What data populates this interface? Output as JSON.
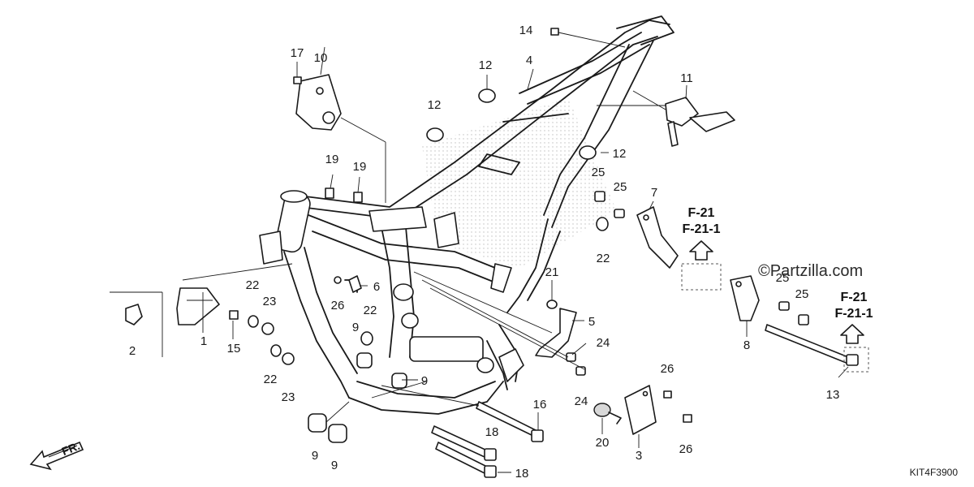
{
  "brand": "©Partzilla.com",
  "diagram_code": "KIT4F3900",
  "direction_label": "FR.",
  "refs": {
    "upper": {
      "line1": "F-21",
      "line2": "F-21-1"
    },
    "lower": {
      "line1": "F-21",
      "line2": "F-21-1"
    }
  },
  "callouts": [
    {
      "id": "c17",
      "text": "17"
    },
    {
      "id": "c10",
      "text": "10"
    },
    {
      "id": "c14",
      "text": "14"
    },
    {
      "id": "c4",
      "text": "4"
    },
    {
      "id": "c12a",
      "text": "12"
    },
    {
      "id": "c12b",
      "text": "12"
    },
    {
      "id": "c12c",
      "text": "12"
    },
    {
      "id": "c11",
      "text": "11"
    },
    {
      "id": "c25a",
      "text": "25"
    },
    {
      "id": "c25b",
      "text": "25"
    },
    {
      "id": "c7",
      "text": "7"
    },
    {
      "id": "c22a",
      "text": "22"
    },
    {
      "id": "c19a",
      "text": "19"
    },
    {
      "id": "c19b",
      "text": "19"
    },
    {
      "id": "c21",
      "text": "21"
    },
    {
      "id": "c5",
      "text": "5"
    },
    {
      "id": "c24a",
      "text": "24"
    },
    {
      "id": "c24b",
      "text": "24"
    },
    {
      "id": "c6",
      "text": "6"
    },
    {
      "id": "c26a",
      "text": "26"
    },
    {
      "id": "c22b",
      "text": "22"
    },
    {
      "id": "c23a",
      "text": "23"
    },
    {
      "id": "c22c",
      "text": "22"
    },
    {
      "id": "c9a",
      "text": "9"
    },
    {
      "id": "c9b",
      "text": "9"
    },
    {
      "id": "c9c",
      "text": "9"
    },
    {
      "id": "c9d",
      "text": "9"
    },
    {
      "id": "c1",
      "text": "1"
    },
    {
      "id": "c15",
      "text": "15"
    },
    {
      "id": "c2",
      "text": "2"
    },
    {
      "id": "c22d",
      "text": "22"
    },
    {
      "id": "c23b",
      "text": "23"
    },
    {
      "id": "c16",
      "text": "16"
    },
    {
      "id": "c18a",
      "text": "18"
    },
    {
      "id": "c18b",
      "text": "18"
    },
    {
      "id": "c20",
      "text": "20"
    },
    {
      "id": "c3",
      "text": "3"
    },
    {
      "id": "c26b",
      "text": "26"
    },
    {
      "id": "c26c",
      "text": "26"
    },
    {
      "id": "c8",
      "text": "8"
    },
    {
      "id": "c25c",
      "text": "25"
    },
    {
      "id": "c25d",
      "text": "25"
    },
    {
      "id": "c13",
      "text": "13"
    }
  ]
}
